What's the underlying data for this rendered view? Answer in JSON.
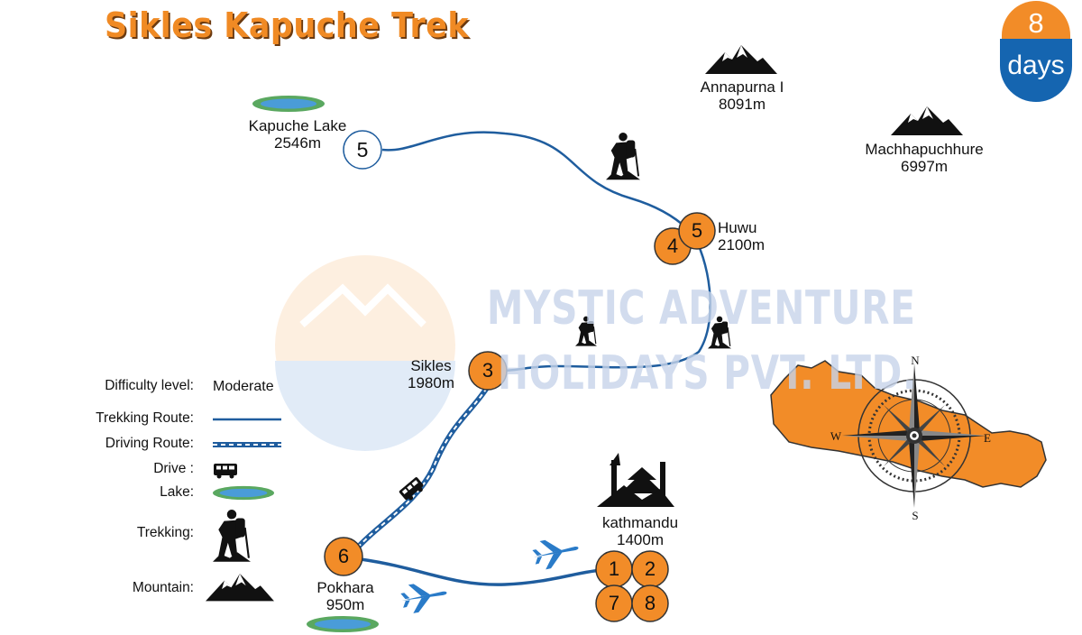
{
  "title": "Sikles Kapuche Trek",
  "duration": {
    "number": "8",
    "unit": "days"
  },
  "watermark": {
    "line1": "MYSTIC ADVENTURE",
    "line2": "HOLIDAYS PVT. LTD."
  },
  "places": [
    {
      "name": "Kapuche Lake",
      "altitude": "2546m"
    },
    {
      "name": "Huwu",
      "altitude": "2100m"
    },
    {
      "name": "Sikles",
      "altitude": "1980m"
    },
    {
      "name": "Pokhara",
      "altitude": "950m"
    },
    {
      "name": "kathmandu",
      "altitude": "1400m"
    }
  ],
  "peaks": [
    {
      "name": "Annapurna I",
      "altitude": "8091m"
    },
    {
      "name": "Machhapuchhure",
      "altitude": "6997m"
    }
  ],
  "stop_markers": {
    "kapuche_lake": "5",
    "huwu": [
      "4",
      "5"
    ],
    "sikles": "3",
    "pokhara": "6",
    "kathmandu": [
      "1",
      "2",
      "7",
      "8"
    ]
  },
  "legend": {
    "difficulty_label": "Difficulty level:",
    "difficulty_value": "Moderate",
    "trekking_route": "Trekking Route:",
    "driving_route": "Driving Route:",
    "drive": "Drive :",
    "lake": "Lake:",
    "trekking": "Trekking:",
    "mountain": "Mountain:"
  },
  "compass": {
    "n": "N",
    "s": "S",
    "e": "E",
    "w": "W"
  },
  "colors": {
    "orange": "#f28c28",
    "route_blue": "#1f5d9e",
    "badge_blue": "#1565b0",
    "lake_green": "#5aa860",
    "lake_blue": "#4a9cd8"
  },
  "icons": [
    "mountain-icon",
    "hiker-icon",
    "lake-icon",
    "bus-icon",
    "airplane-icon",
    "temple-icon",
    "compass-icon",
    "nepal-map-icon"
  ]
}
